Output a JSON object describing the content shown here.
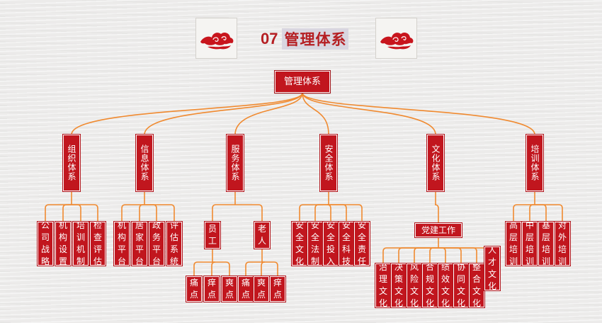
{
  "title": {
    "number": "07",
    "text": "管理体系"
  },
  "icons": {
    "left": "cloud-ornament-icon",
    "right": "cloud-ornament-icon"
  },
  "colors": {
    "node": "#c1161e",
    "connector": "#f08a30",
    "title": "#b51e22"
  },
  "root": "管理体系",
  "branches": [
    {
      "label": "组织体系",
      "children": [
        "公司战略",
        "机构设置",
        "培训机制",
        "检查评估"
      ]
    },
    {
      "label": "信息体系",
      "children": [
        "机构平台",
        "居家平台",
        "政务平台",
        "评估系统"
      ]
    },
    {
      "label": "服务体系",
      "groups": [
        {
          "label": "员工",
          "children": [
            "痛点",
            "痒点",
            "爽点"
          ]
        },
        {
          "label": "老人",
          "children": [
            "痛点",
            "爽点",
            "痒点"
          ]
        }
      ]
    },
    {
      "label": "安全体系",
      "children": [
        "安全文化",
        "安全法制",
        "安全投入",
        "安全科技",
        "安全责任"
      ]
    },
    {
      "label": "文化体系",
      "groups": [
        {
          "label": "党建工作",
          "children": [
            "治理文化",
            "决策文化",
            "风险文化",
            "合规文化",
            "绩效文化",
            "协同文化",
            "整合文化",
            "人才文化"
          ]
        }
      ]
    },
    {
      "label": "培训体系",
      "children": [
        "高层培训",
        "中层培训",
        "基层培训",
        "对外培训"
      ]
    }
  ]
}
